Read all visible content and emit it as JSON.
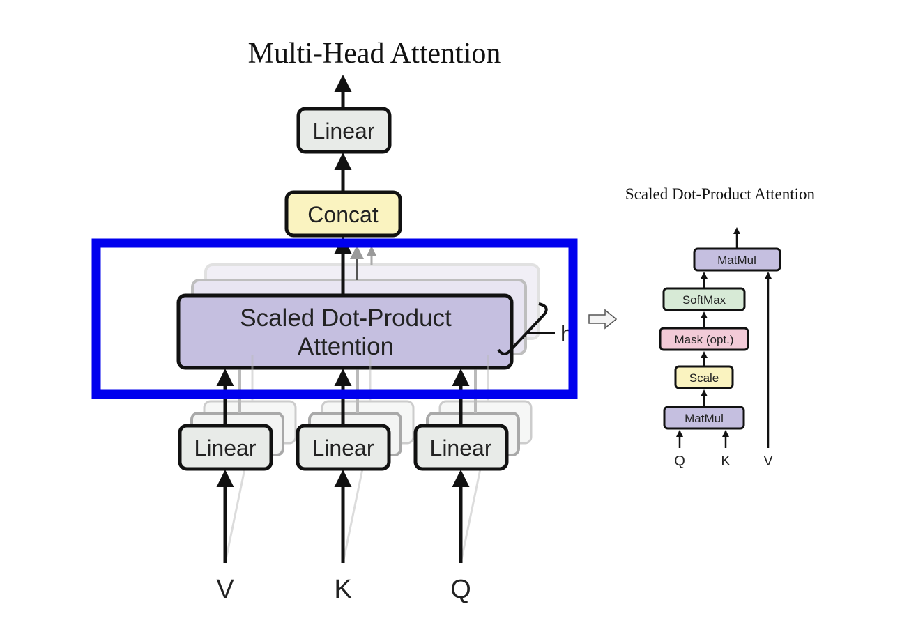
{
  "multi_head": {
    "title": "Multi-Head Attention",
    "output_linear_label": "Linear",
    "concat_label": "Concat",
    "attention_label_line1": "Scaled Dot-Product",
    "attention_label_line2": "Attention",
    "heads_label": "h",
    "input_linear_labels": [
      "Linear",
      "Linear",
      "Linear"
    ],
    "inputs": [
      "V",
      "K",
      "Q"
    ]
  },
  "scaled_dot_product": {
    "title": "Scaled Dot-Product Attention",
    "matmul_top_label": "MatMul",
    "softmax_label": "SoftMax",
    "mask_label": "Mask (opt.)",
    "scale_label": "Scale",
    "matmul_bottom_label": "MatMul",
    "inputs": [
      "Q",
      "K",
      "V"
    ]
  },
  "colors": {
    "linear_fill": "#e8ebe8",
    "concat_fill": "#faf3c0",
    "attention_fill": "#c5bfe0",
    "softmax_fill": "#d7ead6",
    "mask_fill": "#f2cad7",
    "scale_fill": "#faf3c0",
    "highlight_border": "#0000ee",
    "outline": "#111111"
  }
}
